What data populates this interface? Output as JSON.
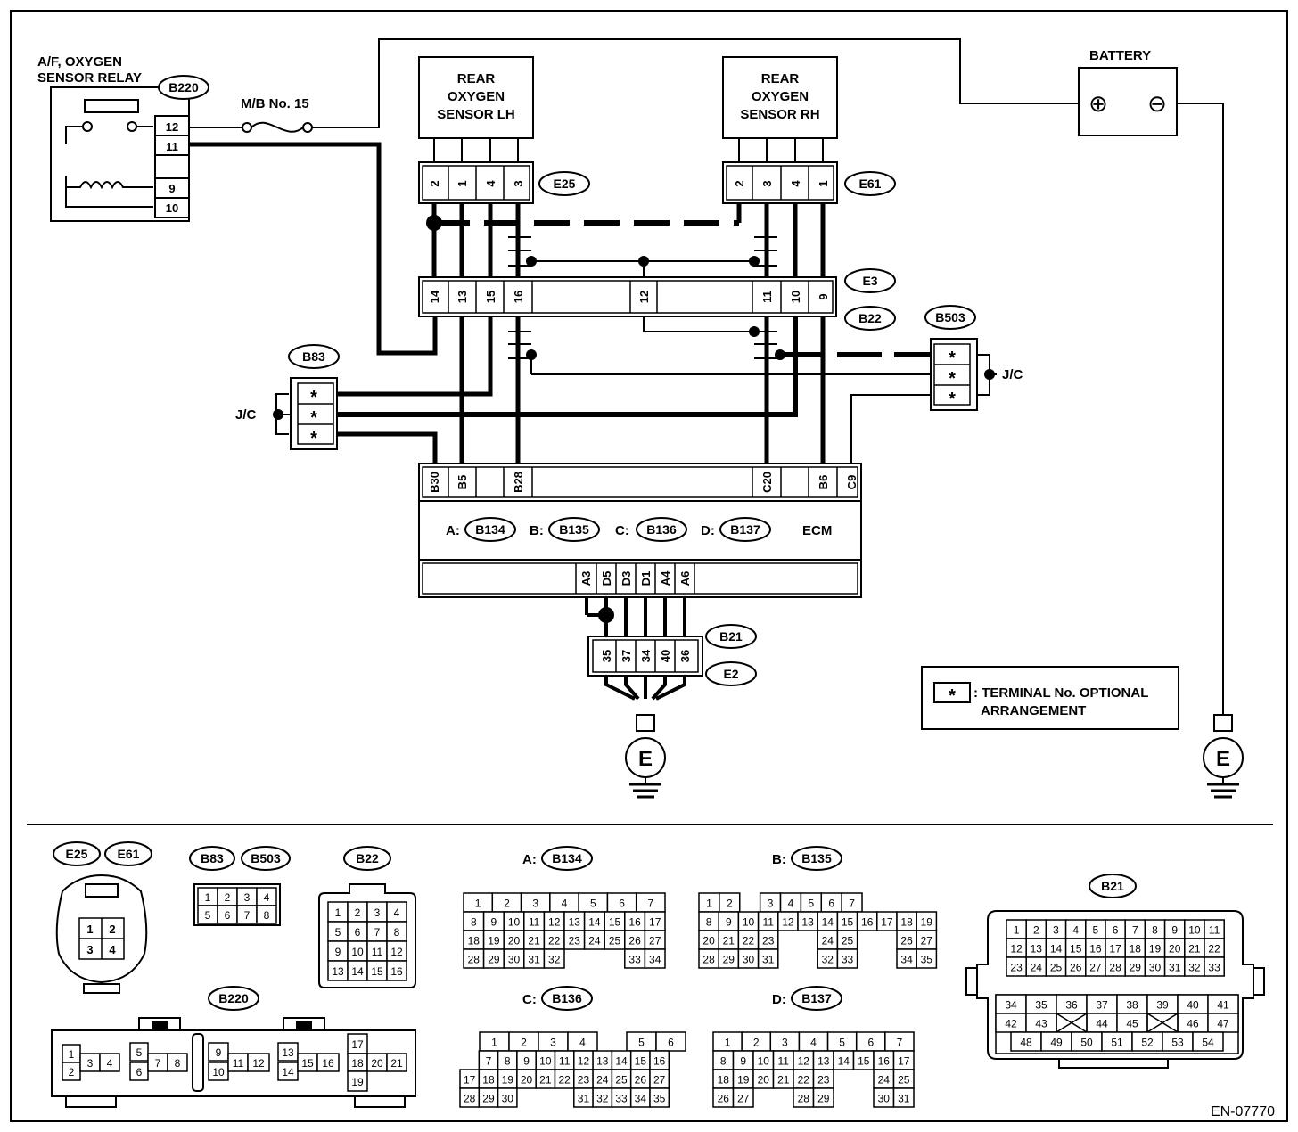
{
  "diagram_id": "EN-07770",
  "components": {
    "relay": {
      "title1": "A/F, OXYGEN",
      "title2": "SENSOR RELAY",
      "connector": "B220",
      "pins": [
        "12",
        "11",
        "9",
        "10"
      ]
    },
    "fuse": "M/B No. 15",
    "battery": {
      "title": "BATTERY",
      "plus": "⊕",
      "minus": "⊖"
    },
    "rear_o2_lh": {
      "line1": "REAR",
      "line2": "OXYGEN",
      "line3": "SENSOR LH",
      "connector": "E25",
      "pins": [
        "2",
        "1",
        "4",
        "3"
      ]
    },
    "rear_o2_rh": {
      "line1": "REAR",
      "line2": "OXYGEN",
      "line3": "SENSOR RH",
      "connector": "E61",
      "pins": [
        "2",
        "3",
        "4",
        "1"
      ]
    },
    "e3_b22": {
      "conn_top": "E3",
      "conn_bottom": "B22",
      "pins": [
        "14",
        "13",
        "15",
        "16",
        "12",
        "11",
        "10",
        "9"
      ]
    },
    "jc_left": {
      "connector": "B83",
      "label": "J/C",
      "pins": [
        "*",
        "*",
        "*"
      ]
    },
    "jc_right": {
      "connector": "B503",
      "label": "J/C",
      "pins": [
        "*",
        "*",
        "*"
      ]
    },
    "ecm": {
      "title": "ECM",
      "top_pins": [
        "B30",
        "B5",
        "B28",
        "C20",
        "B6",
        "C9"
      ],
      "bottom_pins": [
        "A3",
        "D5",
        "D3",
        "D1",
        "A4",
        "A6"
      ],
      "conns": [
        {
          "prefix": "A:",
          "code": "B134"
        },
        {
          "prefix": "B:",
          "code": "B135"
        },
        {
          "prefix": "C:",
          "code": "B136"
        },
        {
          "prefix": "D:",
          "code": "B137"
        }
      ]
    },
    "b21_e2": {
      "conn_top": "B21",
      "conn_bottom": "E2",
      "pins": [
        "35",
        "37",
        "34",
        "40",
        "36"
      ]
    },
    "ground": "E",
    "legend": {
      "symbol": "*",
      "line1": ": TERMINAL No. OPTIONAL",
      "line2": "ARRANGEMENT"
    }
  },
  "connector_views": {
    "e25_e61": {
      "tags": [
        "E25",
        "E61"
      ],
      "pins": [
        "1",
        "2",
        "3",
        "4"
      ]
    },
    "b83_b503": {
      "tags": [
        "B83",
        "B503"
      ],
      "pins": [
        "1",
        "2",
        "3",
        "4",
        "5",
        "6",
        "7",
        "8"
      ]
    },
    "b22": {
      "tag": "B22",
      "pins": [
        "1",
        "2",
        "3",
        "4",
        "5",
        "6",
        "7",
        "8",
        "9",
        "10",
        "11",
        "12",
        "13",
        "14",
        "15",
        "16"
      ]
    },
    "b134": {
      "prefix": "A:",
      "tag": "B134",
      "rows": [
        [
          "1",
          "2",
          "3",
          "4",
          "5",
          "6",
          "7"
        ],
        [
          "8",
          "9",
          "10",
          "11",
          "12",
          "13",
          "14",
          "15",
          "16",
          "17"
        ],
        [
          "18",
          "19",
          "20",
          "21",
          "22",
          "23",
          "24",
          "25",
          "26",
          "27"
        ],
        [
          "28",
          "29",
          "30",
          "31",
          "32",
          "33",
          "34"
        ]
      ]
    },
    "b135": {
      "prefix": "B:",
      "tag": "B135",
      "rows": [
        [
          "1",
          "2",
          "3",
          "4",
          "5",
          "6",
          "7"
        ],
        [
          "8",
          "9",
          "10",
          "11",
          "12",
          "13",
          "14",
          "15",
          "16",
          "17",
          "18",
          "19"
        ],
        [
          "20",
          "21",
          "22",
          "23",
          "24",
          "25",
          "26",
          "27"
        ],
        [
          "28",
          "29",
          "30",
          "31",
          "32",
          "33",
          "34",
          "35"
        ]
      ]
    },
    "b136": {
      "prefix": "C:",
      "tag": "B136",
      "rows": [
        [
          "1",
          "2",
          "3",
          "4",
          "5",
          "6"
        ],
        [
          "7",
          "8",
          "9",
          "10",
          "11",
          "12",
          "13",
          "14",
          "15",
          "16"
        ],
        [
          "17",
          "18",
          "19",
          "20",
          "21",
          "22",
          "23",
          "24",
          "25",
          "26",
          "27"
        ],
        [
          "28",
          "29",
          "30",
          "31",
          "32",
          "33",
          "34",
          "35"
        ]
      ]
    },
    "b137": {
      "prefix": "D:",
      "tag": "B137",
      "rows": [
        [
          "1",
          "2",
          "3",
          "4",
          "5",
          "6",
          "7"
        ],
        [
          "8",
          "9",
          "10",
          "11",
          "12",
          "13",
          "14",
          "15",
          "16",
          "17"
        ],
        [
          "18",
          "19",
          "20",
          "21",
          "22",
          "23",
          "24",
          "25"
        ],
        [
          "26",
          "27",
          "28",
          "29",
          "30",
          "31"
        ]
      ]
    },
    "b21": {
      "tag": "B21",
      "rows": [
        [
          "1",
          "2",
          "3",
          "4",
          "5",
          "6",
          "7",
          "8",
          "9",
          "10",
          "11"
        ],
        [
          "12",
          "13",
          "14",
          "15",
          "16",
          "17",
          "18",
          "19",
          "20",
          "21",
          "22"
        ],
        [
          "23",
          "24",
          "25",
          "26",
          "27",
          "28",
          "29",
          "30",
          "31",
          "32",
          "33"
        ],
        [
          "34",
          "35",
          "36",
          "37",
          "38",
          "39",
          "40",
          "41"
        ],
        [
          "42",
          "43",
          "44",
          "45",
          "46",
          "47"
        ],
        [
          "48",
          "49",
          "50",
          "51",
          "52",
          "53",
          "54"
        ]
      ]
    },
    "b220": {
      "tag": "B220",
      "pins": [
        "1",
        "2",
        "3",
        "4",
        "5",
        "6",
        "7",
        "8",
        "9",
        "10",
        "11",
        "12",
        "13",
        "14",
        "15",
        "16",
        "17",
        "18",
        "19",
        "20",
        "21"
      ]
    }
  }
}
